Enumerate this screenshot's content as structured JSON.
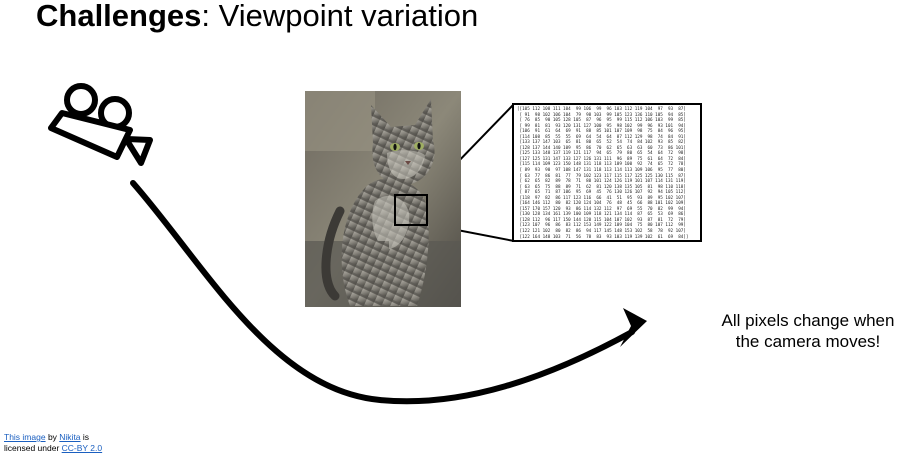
{
  "slide": {
    "title_bold": "Challenges",
    "title_rest": ": Viewpoint variation",
    "caption_line1": "All pixels change when",
    "caption_line2": "the camera moves!"
  },
  "credit": {
    "link1": "This image",
    "text1": " by ",
    "link2": "Nikita",
    "text2": " is",
    "text3": "licensed under ",
    "link3": "CC-BY 2.0"
  },
  "pixel_matrix": [
    "[[105 112 108 111 104  99 106  99  96 103 112 119 104  97  93  87]",
    " [ 91  98 102 106 104  79  98 103  99 105 123 136 110 105  94  85]",
    " [ 76  85  90 105 128 105  87  96  95  99 115 112 106 103  99  85]",
    " [ 99  81  81  93 120 131 127 100  95  98 102  99  96  93 101  94]",
    " [106  91  61  64  69  91  88  85 101 107 109  98  75  84  96  95]",
    " [114 108  85  55  55  69  64  54  64  87 112 129  98  74  84  91]",
    " [133 137 147 103  65  81  80  65  52  54  74  84 102  93  85  82]",
    " [128 137 144 140 109  95  86  70  62  65  63  63  60  73  86 101]",
    " [125 133 148 137 119 121 117  94  65  79  80  65  54  64  72  98]",
    " [127 125 131 147 133 127 126 131 111  96  89  75  61  64  72  84]",
    " [115 114 109 123 150 148 131 118 113 109 100  92  74  65  72  78]",
    " [ 89  93  90  97 108 147 131 118 113 114 113 109 106  95  77  80]",
    " [ 63  77  86  81  77  79 102 123 117 115 117 125 125 130 115  87]",
    " [ 62  65  82  89  78  71  80 101 124 126 119 101 107 114 131 119]",
    " [ 63  65  75  88  89  71  62  81 120 138 135 105  81  98 110 118]",
    " [ 87  65  71  87 106  95  69  45  76 130 126 107  92  94 105 112]",
    " [118  97  82  86 117 123 116  66  41  51  95  93  89  95 102 107]",
    " [164 146 112  80  82 120 124 104  76  48  45  66  88 101 102 109]",
    " [157 170 157 120  93  86 114 132 112  97  69  55  70  82  99  94]",
    " [130 128 134 161 139 100 109 118 121 134 114  87  65  53  69  86]",
    " [128 112  96 117 150 144 120 115 104 107 102  93  87  81  72  79]",
    " [123 107  96  86  83 112 153 149 122 109 104  75  80 107 112  99]",
    " [122 121 102  80  82  86  94 117 145 148 153 102  58  78  92 107]",
    " [122 164 148 103  71  56  78  83  93 103 119 139 102  61  69  84]]"
  ]
}
